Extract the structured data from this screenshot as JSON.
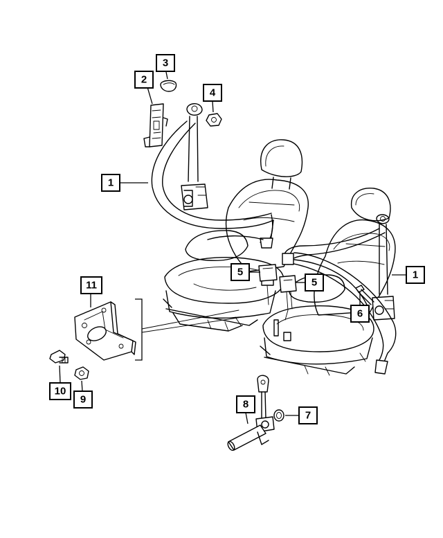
{
  "callouts": [
    {
      "id": "c1a",
      "label": "1"
    },
    {
      "id": "c1b",
      "label": "1"
    },
    {
      "id": "c2",
      "label": "2"
    },
    {
      "id": "c3",
      "label": "3"
    },
    {
      "id": "c4",
      "label": "4"
    },
    {
      "id": "c5a",
      "label": "5"
    },
    {
      "id": "c5b",
      "label": "5"
    },
    {
      "id": "c6",
      "label": "6"
    },
    {
      "id": "c7",
      "label": "7"
    },
    {
      "id": "c8",
      "label": "8"
    },
    {
      "id": "c9",
      "label": "9"
    },
    {
      "id": "c10",
      "label": "10"
    },
    {
      "id": "c11",
      "label": "11"
    }
  ]
}
